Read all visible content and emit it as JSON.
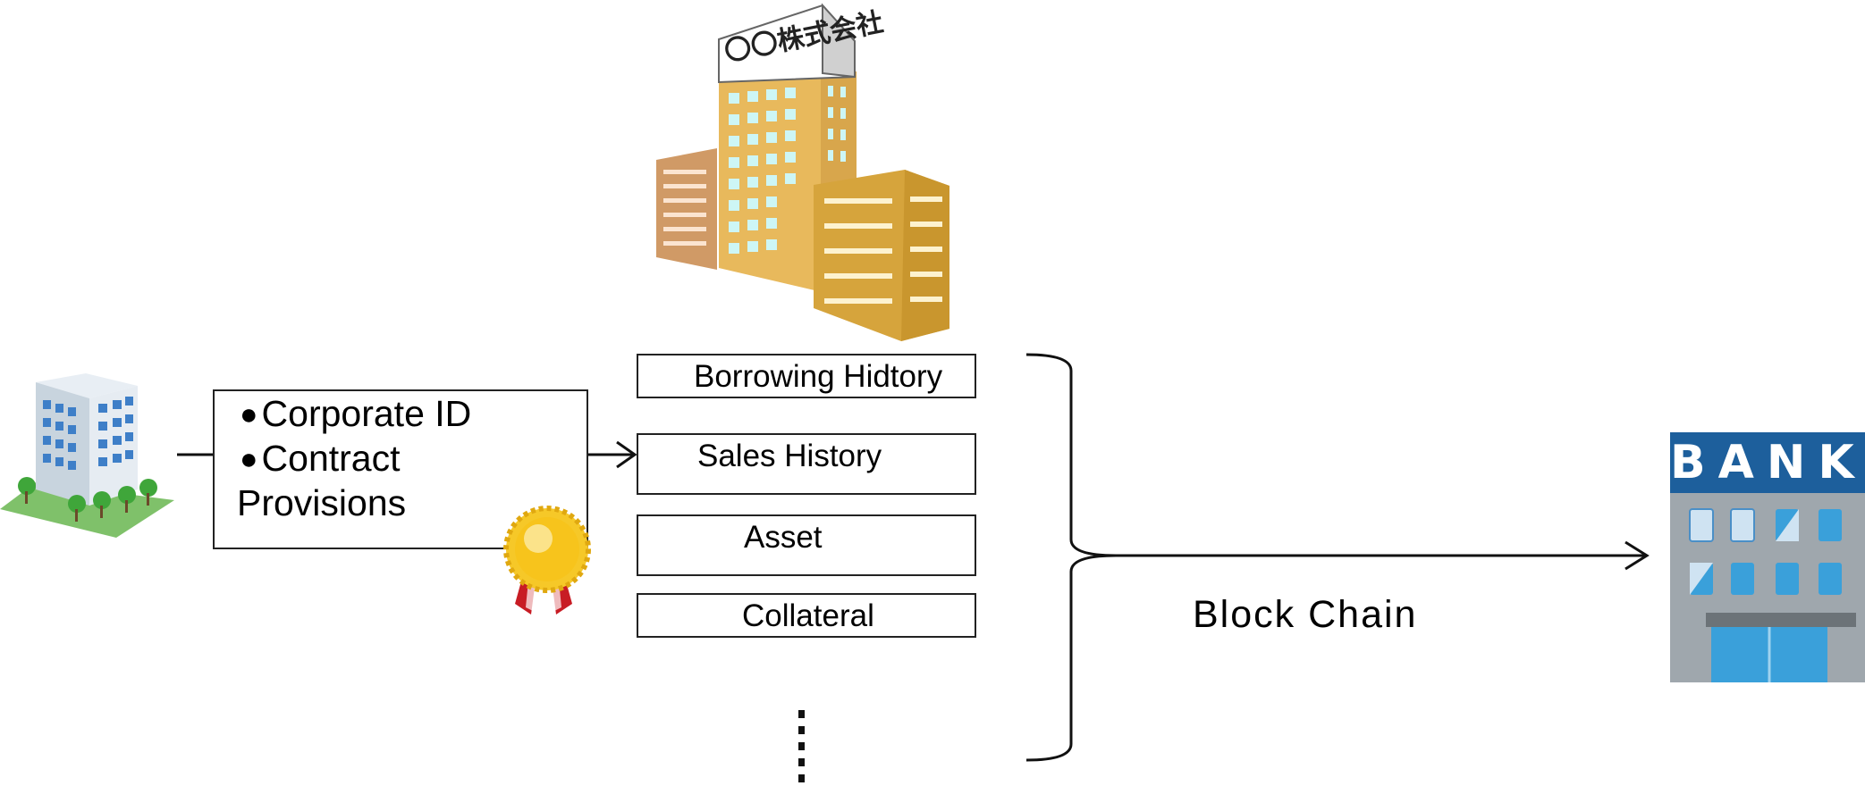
{
  "company_building": {
    "sign_text": "〇〇株式会社"
  },
  "credential_card": {
    "bullet": "●",
    "lines": [
      "Corporate ID",
      "Contract",
      "Provisions"
    ]
  },
  "records": [
    {
      "label": "Borrowing Hidtory"
    },
    {
      "label": "Sales History"
    },
    {
      "label": "Asset"
    },
    {
      "label": "Collateral"
    }
  ],
  "connector": {
    "label": "Block Chain"
  },
  "bank": {
    "sign_text": "BANK"
  },
  "colors": {
    "company_main": "#e8b95c",
    "company_left": "#d09a66",
    "company_right": "#d6a43c",
    "window_cyan": "#cdf6f5",
    "bank_blue": "#1d5f9c",
    "bank_window": "#3aa0da",
    "bank_wall": "#9fa7ad",
    "medal_gold": "#f2c012",
    "ribbon_red": "#d8202a"
  }
}
